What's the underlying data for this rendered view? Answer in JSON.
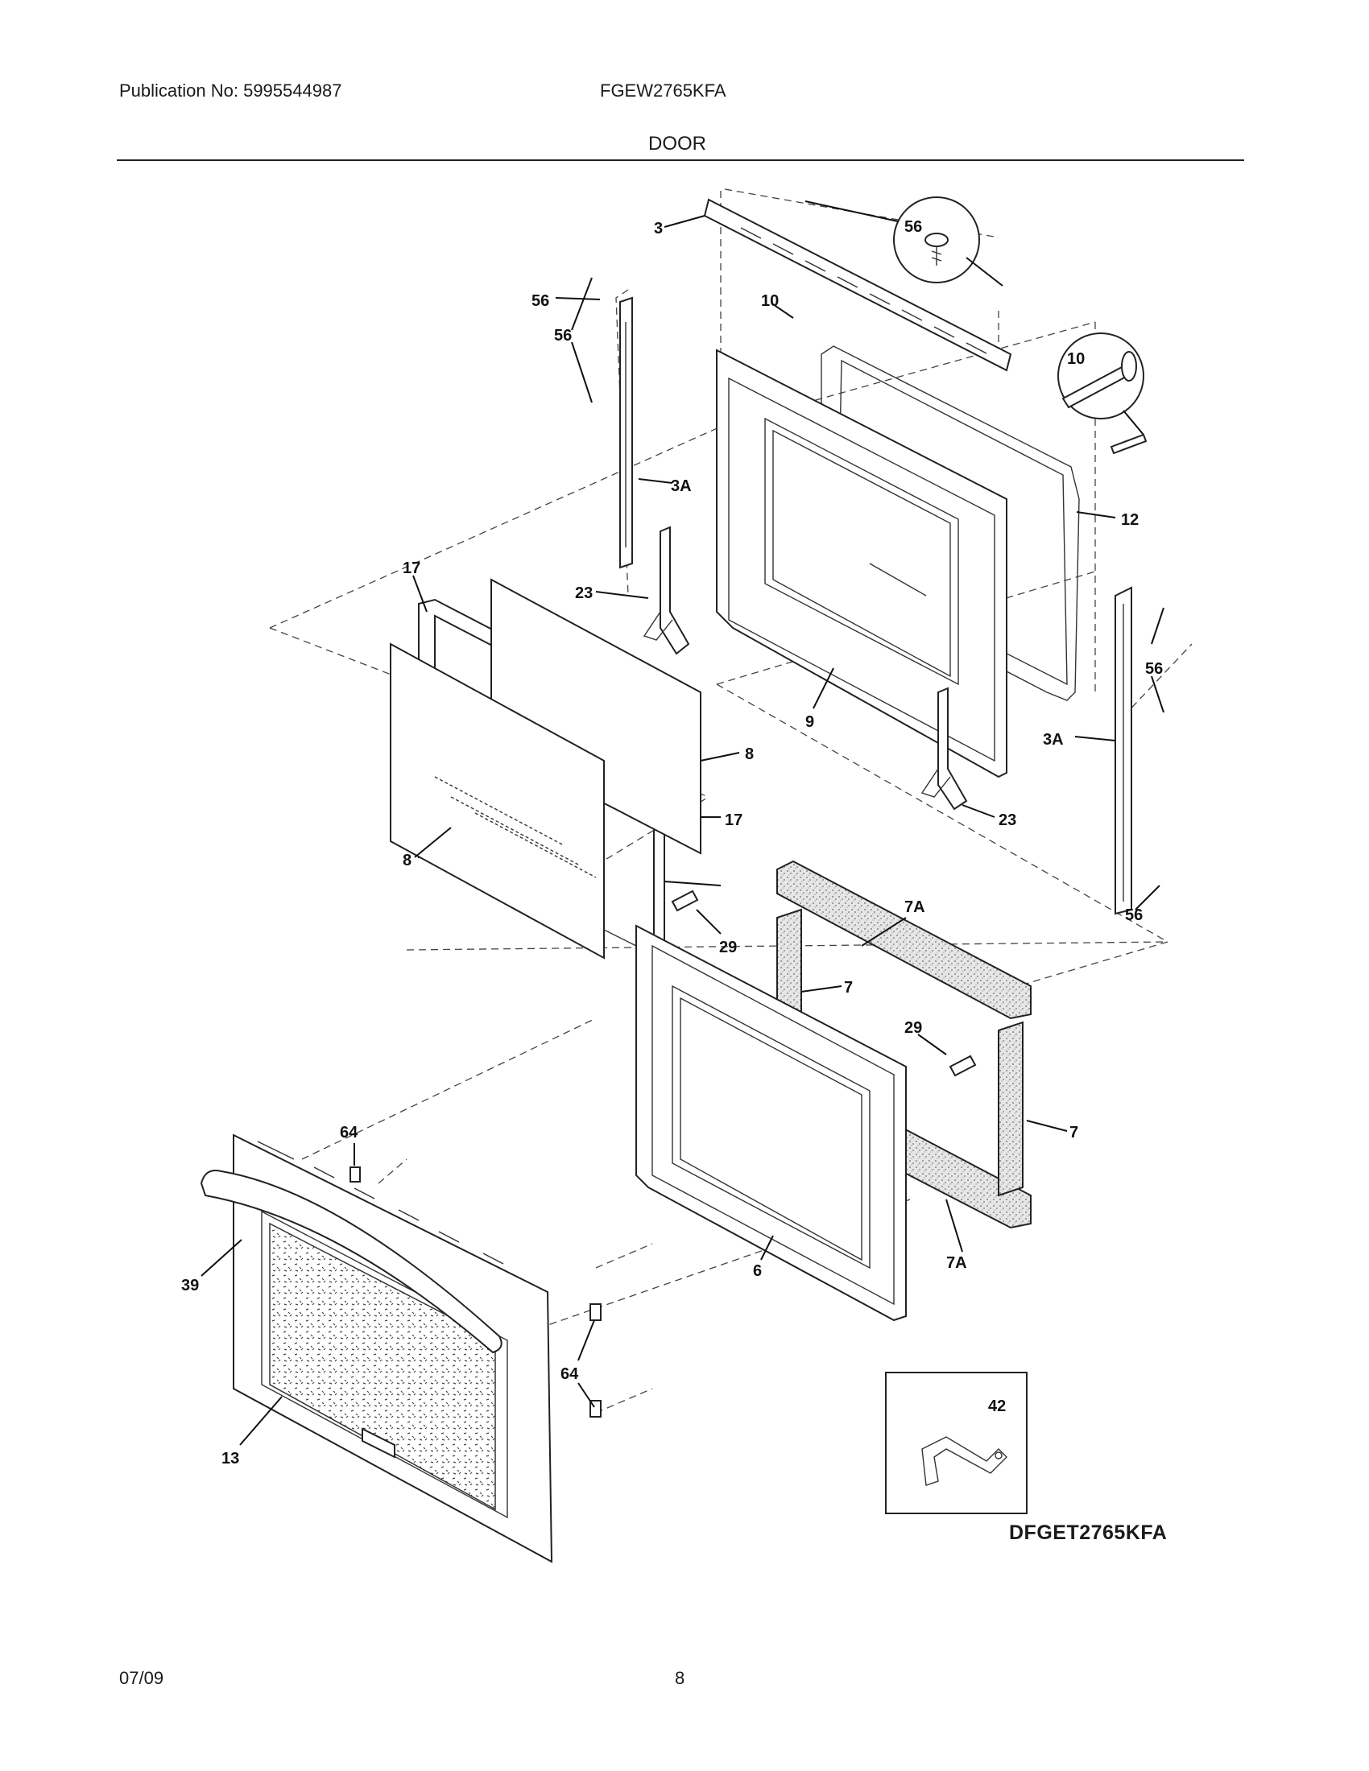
{
  "header": {
    "publication": "Publication No: 5995544987",
    "model": "FGEW2765KFA",
    "section": "DOOR"
  },
  "footer": {
    "date": "07/09",
    "page": "8"
  },
  "diagram_code": "DFGET2765KFA",
  "callouts": {
    "c3": "3",
    "c56_top": "56",
    "c10_top": "10",
    "c56_left": "56",
    "c10_detail": "10",
    "c3a_left": "3A",
    "c56_mid": "56",
    "c12": "12",
    "c17_top": "17",
    "c23_left": "23",
    "c56_right": "56",
    "c9": "9",
    "c3a_right": "3A",
    "c8_right": "8",
    "c17_bottom": "17",
    "c23_right": "23",
    "c8_left": "8",
    "c7a_top": "7A",
    "c56_bottom": "56",
    "c29_left": "29",
    "c7_left": "7",
    "c29_right": "29",
    "c7_right": "7",
    "c64_top": "64",
    "c39": "39",
    "c7a_bottom": "7A",
    "c6": "6",
    "c64_bottom": "64",
    "c13": "13",
    "c42": "42"
  }
}
